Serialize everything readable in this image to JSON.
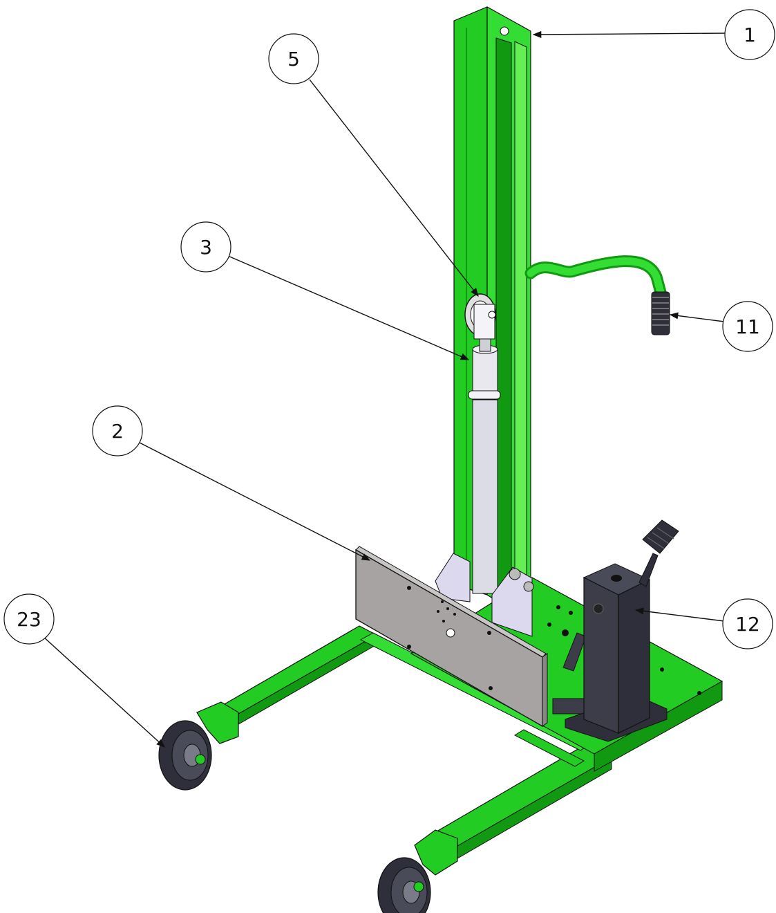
{
  "colors": {
    "frame_green": "#22cc22",
    "frame_green_dark": "#119911",
    "frame_green_light": "#66ee55",
    "plate_grey": "#a7a3a3",
    "cylinder_white": "#e8e8ee",
    "pump_dark": "#3c3d48",
    "wheel_dark": "#2e2f3a",
    "bracket_lilac": "#dcd8ee",
    "line": "#111111"
  },
  "callouts": [
    {
      "label": "1",
      "part": "mast"
    },
    {
      "label": "5",
      "part": "chain-sprocket"
    },
    {
      "label": "3",
      "part": "hydraulic-cylinder"
    },
    {
      "label": "11",
      "part": "handle-grip"
    },
    {
      "label": "2",
      "part": "lift-plate"
    },
    {
      "label": "12",
      "part": "hydraulic-pump"
    },
    {
      "label": "23",
      "part": "caster-wheel"
    }
  ]
}
